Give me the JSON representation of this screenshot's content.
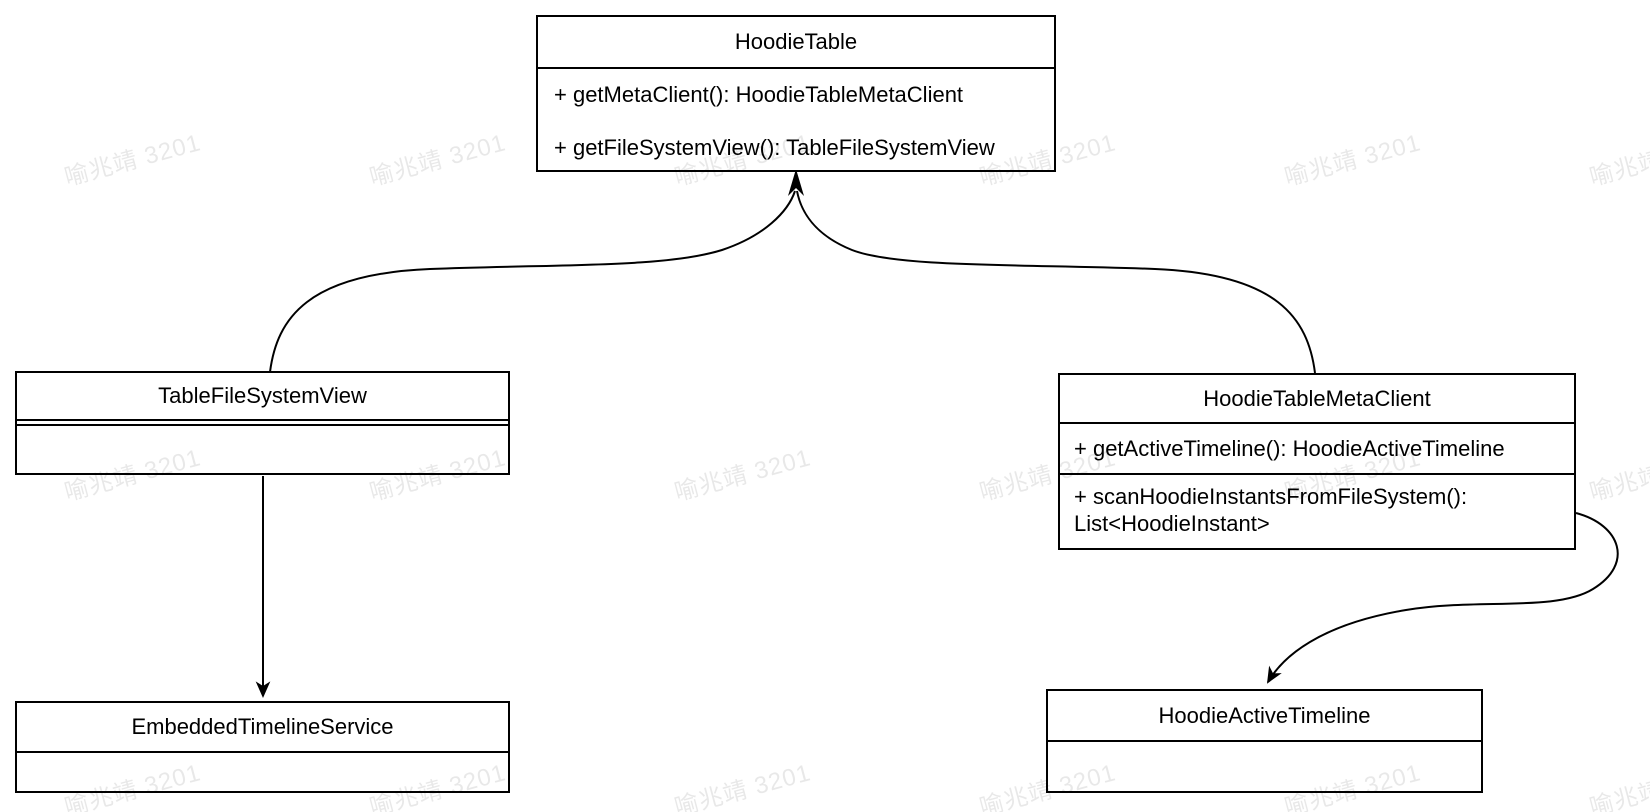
{
  "page": {
    "background": "#ffffff",
    "stroke_color": "#000000"
  },
  "watermark": {
    "text": "喻兆靖 3201",
    "color": "rgba(0,0,0,0.09)"
  },
  "diagram": {
    "type": "uml-class-diagram",
    "classes": [
      {
        "name": "HoodieTable",
        "methods": [
          "+ getMetaClient(): HoodieTableMetaClient",
          "+ getFileSystemView(): TableFileSystemView"
        ]
      },
      {
        "name": "TableFileSystemView",
        "methods": []
      },
      {
        "name": "HoodieTableMetaClient",
        "methods": [
          "+ getActiveTimeline(): HoodieActiveTimeline",
          "+ scanHoodieInstantsFromFileSystem(): List<HoodieInstant>"
        ]
      },
      {
        "name": "EmbeddedTimelineService",
        "methods": []
      },
      {
        "name": "HoodieActiveTimeline",
        "methods": []
      }
    ],
    "edges": [
      {
        "from": "TableFileSystemView",
        "to": "HoodieTable",
        "style": "curved",
        "arrowhead_at": "HoodieTable"
      },
      {
        "from": "HoodieTableMetaClient",
        "to": "HoodieTable",
        "style": "curved",
        "arrowhead_at": "HoodieTable"
      },
      {
        "from": "TableFileSystemView",
        "to": "EmbeddedTimelineService",
        "style": "straight",
        "arrowhead_at": "EmbeddedTimelineService"
      },
      {
        "from": "HoodieTableMetaClient",
        "to": "HoodieActiveTimeline",
        "style": "s-curved",
        "arrowhead_at": "HoodieActiveTimeline"
      }
    ]
  }
}
